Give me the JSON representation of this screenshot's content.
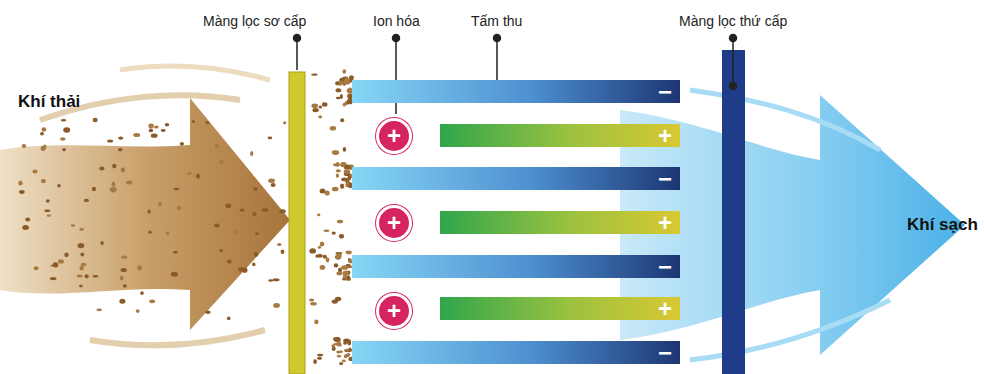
{
  "diagram": {
    "nodes": [
      {
        "text": [
          "−"
        ]
      },
      {
        "text": [
          "+"
        ]
      },
      {
        "text": [
          "+"
        ]
      },
      {
        "text": [
          "−"
        ]
      },
      {
        "text": [
          "+"
        ]
      },
      {
        "text": [
          "+"
        ]
      },
      {
        "text": [
          "−"
        ]
      },
      {
        "text": [
          "+"
        ]
      },
      {
        "text": [
          "+"
        ]
      },
      {
        "text": [
          "−"
        ]
      }
    ],
    "labels": [
      "Màng lọc sơ cấp",
      "Ion hóa",
      "Tấm thu",
      "Màng lọc thứ cấp",
      "Khí thải",
      "Khí sạch"
    ]
  }
}
